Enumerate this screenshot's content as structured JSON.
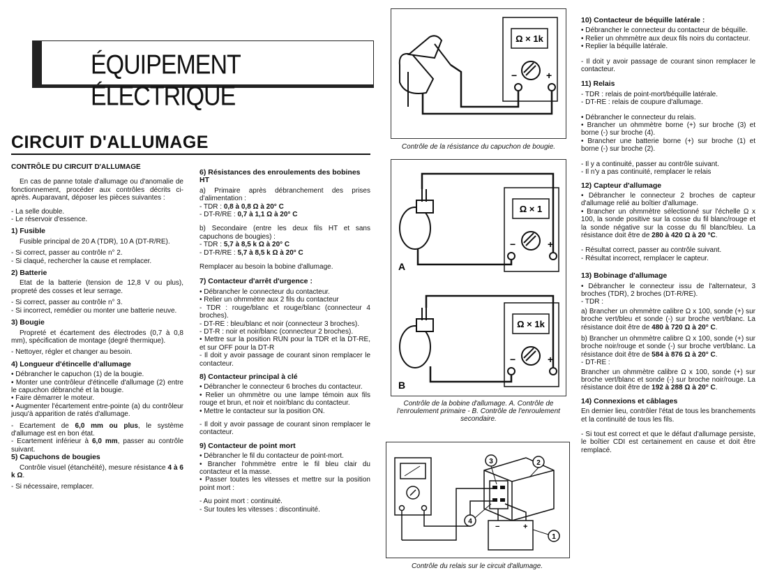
{
  "header": {
    "banner_title": "ÉQUIPEMENT ÉLECTRIQUE",
    "section_title": "CIRCUIT D'ALLUMAGE"
  },
  "col1": {
    "heading": "CONTRÔLE DU CIRCUIT D'ALLUMAGE",
    "intro": "En cas de panne totale d'allumage ou d'anomalie de fonctionnement, procéder aux contrôles décrits ci-après. Auparavant, déposer les pièces suivantes :",
    "intro_items": [
      "- La selle double.",
      "- Le réservoir d'essence."
    ],
    "s1_title": "1) Fusible",
    "s1_text": "Fusible principal de 20 A (TDR), 10 A (DT-R/RE).",
    "s1_items": [
      "- Si correct, passer au contrôle n° 2.",
      "- Si claqué, rechercher la cause et remplacer."
    ],
    "s2_title": "2) Batterie",
    "s2_text": "Etat de la batterie (tension de 12,8 V ou plus), propreté des cosses et leur serrage.",
    "s2_items": [
      "- Si correct, passer au contrôle n° 3.",
      "- Si incorrect, remédier ou monter une batterie neuve."
    ],
    "s3_title": "3) Bougie",
    "s3_text": "Propreté et écartement des électrodes (0,7 à 0,8 mm), spécification de montage (degré thermique).",
    "s3_item": "- Nettoyer, régler et changer au besoin.",
    "s4_title": "4) Longueur d'étincelle d'allumage",
    "s4_items": [
      "• Débrancher le capuchon (1) de la bougie.",
      "• Monter une contrôleur d'étincelle d'allumage (2) entre le capuchon débranché et la bougie.",
      "• Faire démarrer le moteur.",
      "• Augmenter l'écartement entre-pointe (a) du contrôleur jusqu'à apparition de ratés d'allumage."
    ],
    "s4_r1_a": "- Ecartement de ",
    "s4_r1_b": "6,0 mm ou plus",
    "s4_r1_c": ", le système d'allumage est en bon état.",
    "s4_r2_a": "- Ecartement inférieur à ",
    "s4_r2_b": "6,0 mm",
    "s4_r2_c": ", passer au contrôle suivant.",
    "s5_title": "5) Capuchons de bougies",
    "s5_text_a": "Contrôle visuel (étanchéité), mesure résistance ",
    "s5_text_b": "4 à 6 k Ω",
    "s5_text_c": ".",
    "s5_item": "- Si nécessaire, remplacer."
  },
  "col2": {
    "s6_title": "6) Résistances des enroulements des bobines HT",
    "s6a": "a) Primaire après débranchement des prises d'alimentation :",
    "s6a_1a": "- TDR : ",
    "s6a_1b": "0,8 à 0,8 Ω à 20° C",
    "s6a_2a": "- DT-R/RE : ",
    "s6a_2b": "0,7 à 1,1 Ω à 20° C",
    "s6b": "b) Secondaire (entre les deux fils HT et sans capuchons de bougies) :",
    "s6b_1a": "- TDR : ",
    "s6b_1b": "5,7 à 8,5 k Ω à 20° C",
    "s6b_2a": "- DT-R/RE : ",
    "s6b_2b": "5,7 à 8,5 k Ω à 20° C",
    "s6_end": "Remplacer au besoin la bobine d'allumage.",
    "s7_title": "7) Contacteur d'arrêt d'urgence :",
    "s7_items": [
      "• Débrancher le connecteur du contacteur.",
      "• Relier un ohmmètre aux 2 fils du contacteur",
      "- TDR : rouge/blanc et rouge/blanc (connecteur 4 broches).",
      "- DT-RE : bleu/blanc et noir (connecteur 3 broches).",
      "- DT-R : noir et noir/blanc (connecteur 2 broches).",
      "• Mettre sur la position RUN pour la TDR et la DT-RE, et sur OFF pour la DT-R",
      "- Il doit y avoir passage de courant sinon remplacer le contacteur."
    ],
    "s8_title": "8) Contacteur principal à clé",
    "s8_items": [
      "• Débrancher le connecteur 6 broches du contacteur.",
      "• Relier un ohmmètre ou une lampe témoin aux fils rouge et brun, et noir et noir/blanc du contacteur.",
      "• Mettre le contacteur sur la position ON."
    ],
    "s8_end": "- Il doit y avoir passage de courant sinon remplacer le contacteur.",
    "s9_title": "9) Contacteur de point mort",
    "s9_items": [
      "• Débrancher le fil du contacteur de point-mort.",
      "• Brancher l'ohmmètre entre le fil bleu clair du contacteur et la masse.",
      "• Passer toutes les vitesses et mettre sur la position point mort :"
    ],
    "s9_end": [
      "- Au point mort : continuité.",
      "- Sur toutes les vitesses : discontinuité."
    ]
  },
  "figures": {
    "meter_1k": "Ω × 1k",
    "meter_1": "Ω × 1",
    "minus": "−",
    "plus": "+",
    "label_a": "A",
    "label_b": "B",
    "fig1_caption": "Contrôle de la résistance du capuchon de bougie.",
    "fig2_caption": "Contrôle de la bobine d'allumage. A. Contrôle de l'enroulement primaire - B. Contrôle de l'enroulement secondaire.",
    "fig3_caption": "Contrôle du relais sur le circuit d'allumage.",
    "fig3_callouts": [
      "3",
      "2",
      "4",
      "1"
    ]
  },
  "col4": {
    "s10_title": "10) Contacteur de béquille latérale :",
    "s10_items": [
      "• Débrancher le connecteur du contacteur de béquille.",
      "• Relier un ohmmètre aux deux fils noirs du contacteur.",
      "• Replier la béquille latérale."
    ],
    "s10_end": "- Il doit y avoir passage de courant sinon remplacer le contacteur.",
    "s11_title": "11) Relais",
    "s11_types": [
      "- TDR : relais de point-mort/béquille latérale.",
      "- DT-RE : relais de coupure d'allumage."
    ],
    "s11_items": [
      "• Débrancher le connecteur du relais.",
      "• Brancher un ohmmètre borne (+) sur broche (3) et borne (-) sur broche (4).",
      "• Brancher une batterie borne (+) sur broche (1) et borne (-) sur broche (2)."
    ],
    "s11_end": [
      "- Il y a continuité, passer au contrôle suivant.",
      "- Il n'y a pas continuité, remplacer le relais"
    ],
    "s12_title": "12) Capteur d'allumage",
    "s12_i1": "• Débrancher le connecteur 2 broches de capteur d'allumage relié au boîtier d'allumage.",
    "s12_i2a": "• Brancher un ohmmètre sélectionné sur l'échelle Ω x 100, la sonde positive sur la cosse du fil blanc/rouge et la sonde négative sur la cosse du fil blanc/bleu. La résistance doit être de ",
    "s12_i2b": "280 à 420 Ω à 20 °C",
    "s12_i2c": ".",
    "s12_end": [
      "- Résultat correct, passer au contrôle suivant.",
      "- Résultat incorrect, remplacer le capteur."
    ],
    "s13_title": "13) Bobinage d'allumage",
    "s13_i1": "• Débrancher le connecteur issu de l'alternateur, 3 broches (TDR), 2 broches (DT-R/RE).",
    "s13_tdr": "- TDR :",
    "s13_a_a": "a) Brancher un ohmmètre calibre Ω x 100, sonde (+) sur broche vert/bleu et sonde (-) sur broche vert/blanc. La résistance doit être de ",
    "s13_a_b": "480 à 720 Ω à 20° C",
    "s13_a_c": ".",
    "s13_b_a": "b) Brancher un ohmmètre calibre Ω x 100, sonde (+) sur broche noir/rouge et sonde (-) sur broche vert/blanc. La résistance doit être de ",
    "s13_b_b": "584 à 876 Ω à 20° C",
    "s13_b_c": ".",
    "s13_dtre": "- DT-RE :",
    "s13_c_a": "Brancher un ohmmètre calibre Ω x 100, sonde (+) sur broche vert/blanc et sonde (-) sur broche noir/rouge. La résistance doit être de ",
    "s13_c_b": "192 à 288 Ω à 20° C",
    "s13_c_c": ".",
    "s14_title": "14) Connexions et câblages",
    "s14_text": "En dernier lieu, contrôler l'état de tous les branchements et la continuité de tous les fils.",
    "s14_end": "- Si tout est correct et que le défaut d'allumage persiste, le boîtier CDI est certainement en cause et doit être remplacé."
  }
}
